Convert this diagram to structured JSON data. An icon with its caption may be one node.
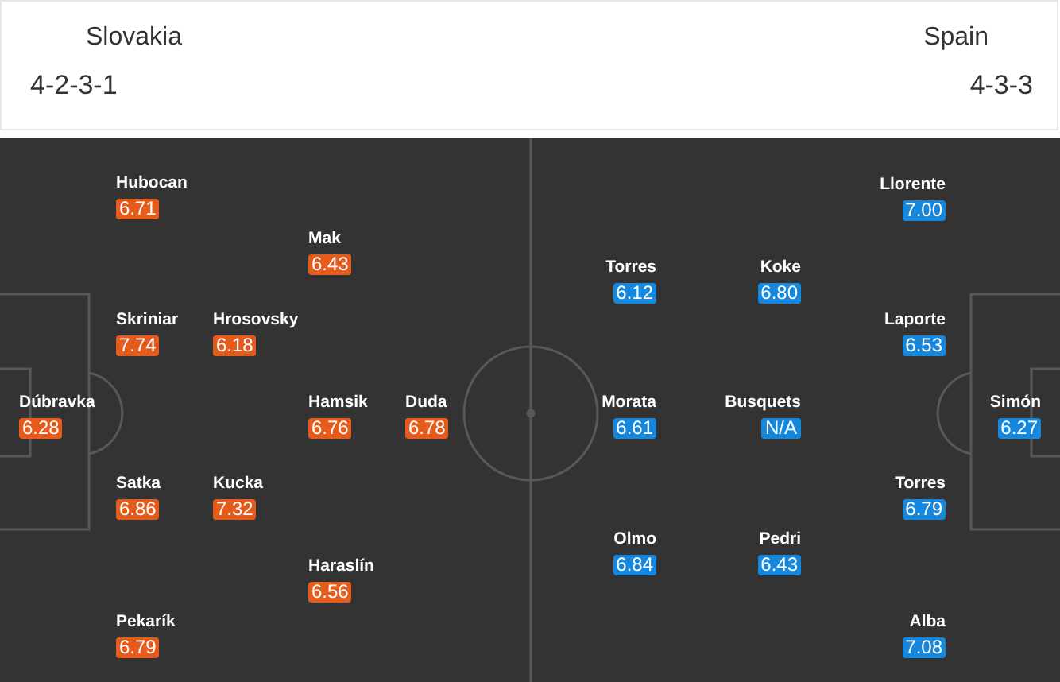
{
  "diagram": {
    "nodes": [
      {
        "text": [
          "6.28"
        ],
        "beside": [
          "Dúbravka"
        ]
      },
      {
        "text": [
          "6.71"
        ],
        "beside": [
          "Hubocan"
        ]
      },
      {
        "text": [
          "7.74"
        ],
        "beside": [
          "Skriniar"
        ]
      },
      {
        "text": [
          "6.86"
        ],
        "beside": [
          "Satka"
        ]
      },
      {
        "text": [
          "6.79"
        ],
        "beside": [
          "Pekarík"
        ]
      },
      {
        "text": [
          "6.18"
        ],
        "beside": [
          "Hrosovsky"
        ]
      },
      {
        "text": [
          "7.32"
        ],
        "beside": [
          "Kucka"
        ]
      },
      {
        "text": [
          "6.43"
        ],
        "beside": [
          "Mak"
        ]
      },
      {
        "text": [
          "6.76"
        ],
        "beside": [
          "Hamsik"
        ]
      },
      {
        "text": [
          "6.56"
        ],
        "beside": [
          "Haraslín"
        ]
      },
      {
        "text": [
          "6.78"
        ],
        "beside": [
          "Duda"
        ]
      },
      {
        "text": [
          "6.12"
        ],
        "beside": [
          "Torres"
        ]
      },
      {
        "text": [
          "6.61"
        ],
        "beside": [
          "Morata"
        ]
      },
      {
        "text": [
          "6.84"
        ],
        "beside": [
          "Olmo"
        ]
      },
      {
        "text": [
          "6.80"
        ],
        "beside": [
          "Koke"
        ]
      },
      {
        "text": [
          "N/A"
        ],
        "beside": [
          "Busquets"
        ]
      },
      {
        "text": [
          "6.43"
        ],
        "beside": [
          "Pedri"
        ]
      },
      {
        "text": [
          "7.00"
        ],
        "beside": [
          "Llorente"
        ]
      },
      {
        "text": [
          "6.53"
        ],
        "beside": [
          "Laporte"
        ]
      },
      {
        "text": [
          "6.79"
        ],
        "beside": [
          "Torres"
        ]
      },
      {
        "text": [
          "7.08"
        ],
        "beside": [
          "Alba"
        ]
      },
      {
        "text": [
          "6.27"
        ],
        "beside": [
          "Simón"
        ]
      }
    ],
    "labels": [
      "Slovakia",
      "Spain",
      "4-2-3-1",
      "4-3-3"
    ]
  }
}
